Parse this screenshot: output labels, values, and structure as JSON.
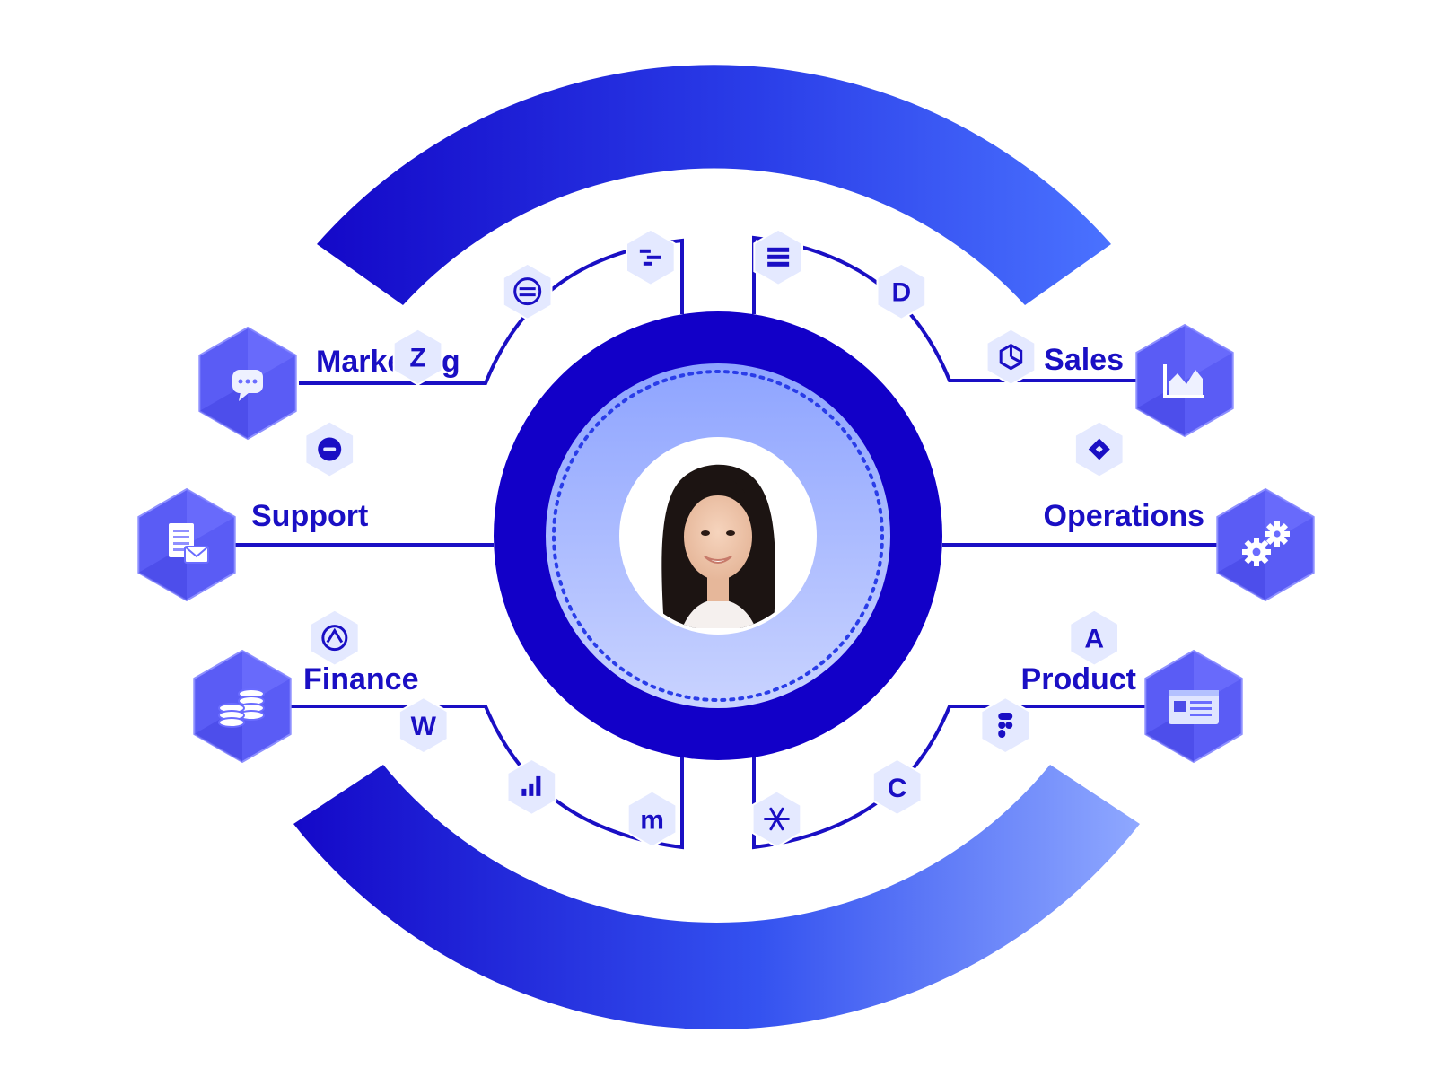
{
  "colors": {
    "primary": "#1a0fc4",
    "ring": "#1200c8",
    "accent": "#3d5cff",
    "light_accent": "#8fa6ff",
    "hex_light": "#e4e9ff",
    "hex_tile": "#6a6cff",
    "inner_disc": "#b3c1ff"
  },
  "departments": [
    {
      "id": "marketing",
      "label": "Marketing",
      "icon": "chat-bubble-icon",
      "side": "left"
    },
    {
      "id": "support",
      "label": "Support",
      "icon": "document-mail-icon",
      "side": "left"
    },
    {
      "id": "finance",
      "label": "Finance",
      "icon": "coin-stack-icon",
      "side": "left"
    },
    {
      "id": "sales",
      "label": "Sales",
      "icon": "area-chart-icon",
      "side": "right"
    },
    {
      "id": "operations",
      "label": "Operations",
      "icon": "gears-icon",
      "side": "right"
    },
    {
      "id": "product",
      "label": "Product",
      "icon": "id-card-icon",
      "side": "right"
    }
  ],
  "top_integrations": [
    {
      "icon": "intercom-icon"
    },
    {
      "icon": "zendesk-icon",
      "glyph": "Z"
    },
    {
      "icon": "segment-icon"
    },
    {
      "icon": "gantt-icon"
    },
    {
      "icon": "table-icon"
    },
    {
      "icon": "d-logo-icon",
      "glyph": "D"
    },
    {
      "icon": "cube-icon"
    },
    {
      "icon": "diamond-icon"
    }
  ],
  "bottom_integrations": [
    {
      "icon": "atom-icon"
    },
    {
      "icon": "webflow-icon",
      "glyph": "W"
    },
    {
      "icon": "bar-chart-icon"
    },
    {
      "icon": "mixmax-icon",
      "glyph": "m"
    },
    {
      "icon": "snowflake-icon"
    },
    {
      "icon": "copyright-icon",
      "glyph": "C"
    },
    {
      "icon": "figma-icon"
    },
    {
      "icon": "adobe-icon",
      "glyph": "A"
    }
  ],
  "center": {
    "avatar_icon": "person-avatar-icon"
  }
}
